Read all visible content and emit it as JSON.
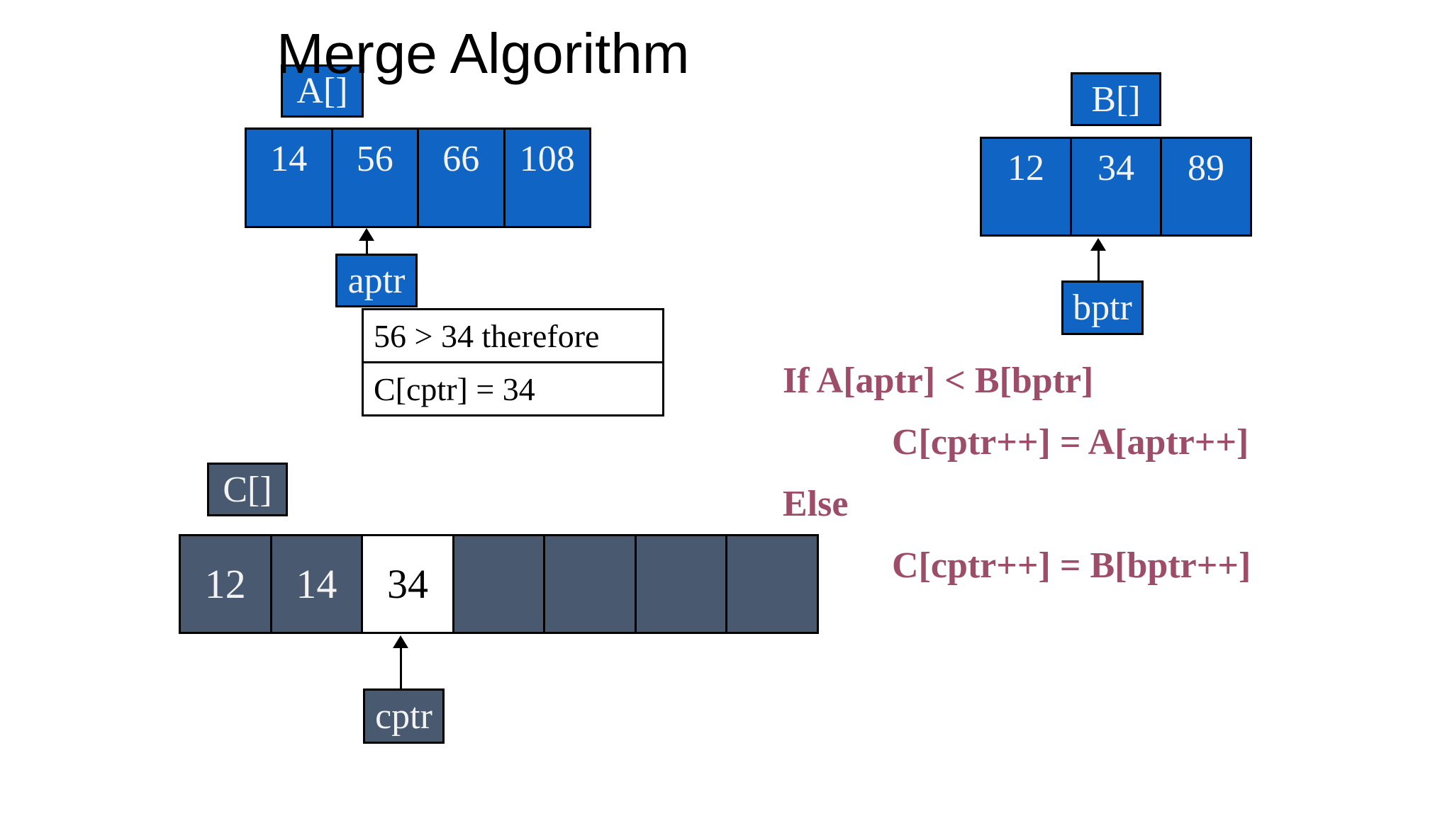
{
  "title": "Merge Algorithm",
  "colors": {
    "array_blue": "#1064C3",
    "array_slate": "#495A70",
    "pseudo_maroon": "#9E4D69"
  },
  "array_a": {
    "label": "A[]",
    "pointer": "aptr",
    "values": [
      "14",
      "56",
      "66",
      "108"
    ],
    "pointer_index": 1
  },
  "array_b": {
    "label": "B[]",
    "pointer": "bptr",
    "values": [
      "12",
      "34",
      "89"
    ],
    "pointer_index": 1
  },
  "array_c": {
    "label": "C[]",
    "pointer": "cptr",
    "values": [
      "12",
      "14",
      "34",
      "",
      "",
      "",
      ""
    ],
    "highlight_index": 2,
    "pointer_index": 2
  },
  "note_box": {
    "line1": "56 > 34 therefore",
    "line2": "C[cptr] = 34"
  },
  "pseudocode": {
    "line1": "If A[aptr] < B[bptr]",
    "line2": "C[cptr++] = A[aptr++]",
    "line3": "Else",
    "line4": "C[cptr++] = B[bptr++]"
  }
}
